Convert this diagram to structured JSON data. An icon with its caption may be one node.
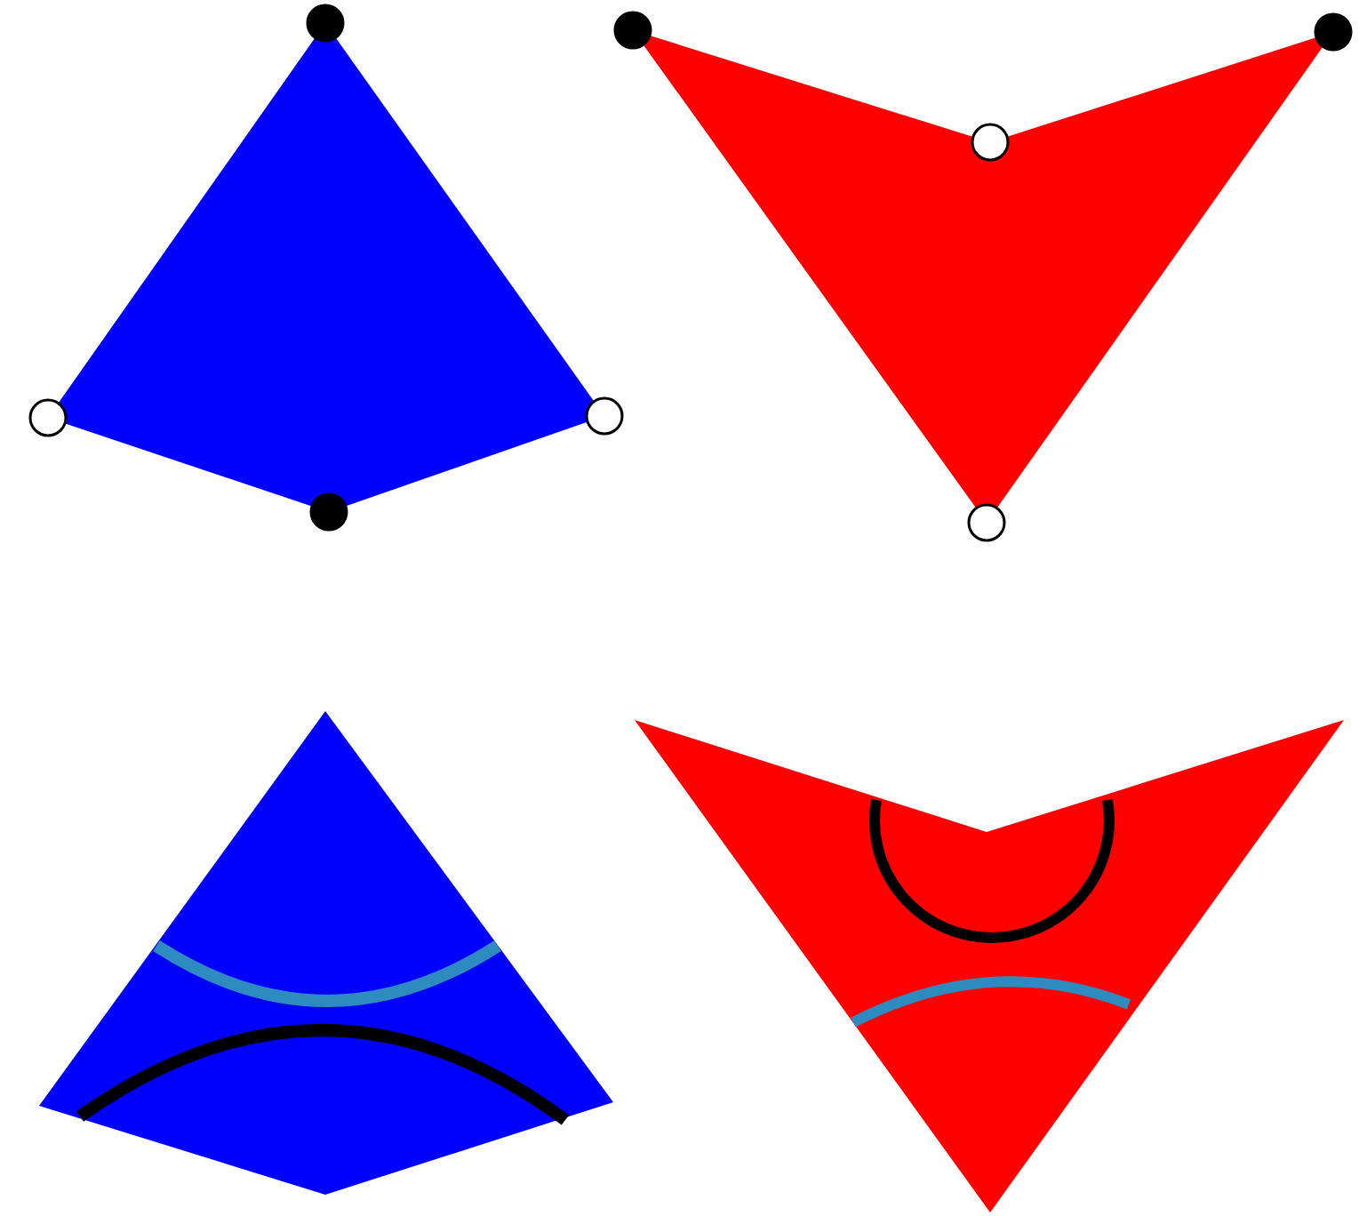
{
  "diagram": {
    "nodes": [
      {
        "text": [],
        "shape": "picture"
      },
      {
        "text": [],
        "shape": "picture"
      },
      {
        "text": [],
        "shape": "picture"
      },
      {
        "text": [],
        "shape": "picture"
      }
    ]
  }
}
